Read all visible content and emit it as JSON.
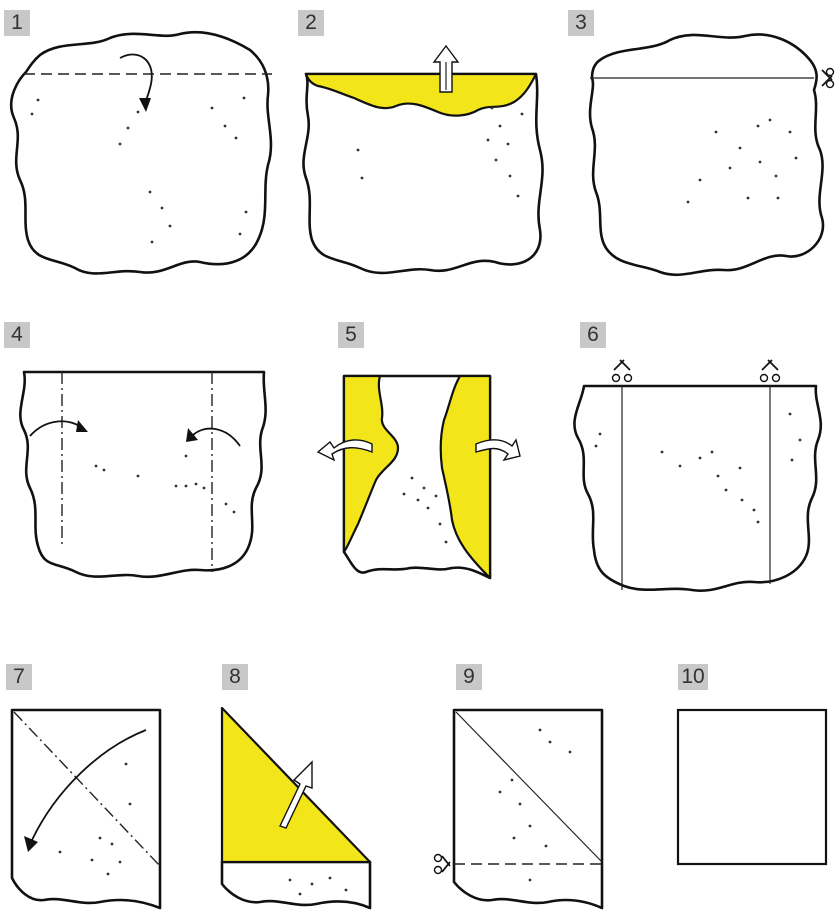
{
  "steps": [
    {
      "number": "1"
    },
    {
      "number": "2"
    },
    {
      "number": "3"
    },
    {
      "number": "4"
    },
    {
      "number": "5"
    },
    {
      "number": "6"
    },
    {
      "number": "7"
    },
    {
      "number": "8"
    },
    {
      "number": "9"
    },
    {
      "number": "10"
    }
  ],
  "colors": {
    "paper": "#ffffff",
    "fold_flap": "#f2e51a",
    "badge": "#c8c8c8",
    "ink": "#111111"
  },
  "icons": [
    "fold-arrow-icon",
    "unfold-arrow-icon",
    "scissors-icon"
  ]
}
